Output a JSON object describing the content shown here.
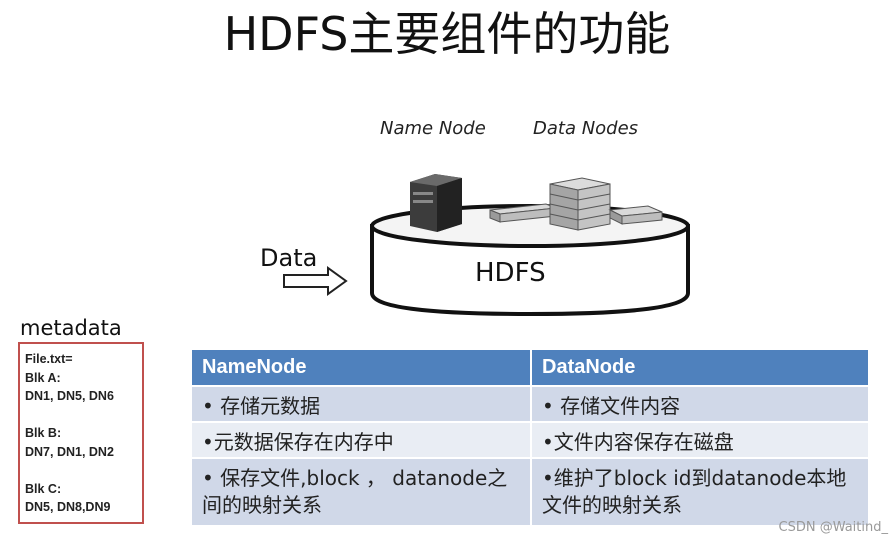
{
  "title": "HDFS主要组件的功能",
  "diagram": {
    "name_node_label": "Name Node",
    "data_nodes_label": "Data Nodes",
    "hdfs_label": "HDFS",
    "data_label": "Data"
  },
  "metadata": {
    "title": "metadata",
    "lines": [
      "File.txt=",
      "Blk A:",
      "DN1, DN5, DN6",
      "",
      "Blk B:",
      "DN7, DN1, DN2",
      "",
      "Blk C:",
      "DN5, DN8,DN9"
    ]
  },
  "table": {
    "headers": [
      "NameNode",
      "DataNode"
    ],
    "rows": [
      [
        "• 存储元数据",
        "• 存储文件内容"
      ],
      [
        "•元数据保存在内存中",
        "•文件内容保存在磁盘"
      ],
      [
        "• 保存文件,block ， datanode之间的映射关系",
        "•维护了block id到datanode本地文件的映射关系"
      ]
    ]
  },
  "watermark": "CSDN @Waitind_"
}
